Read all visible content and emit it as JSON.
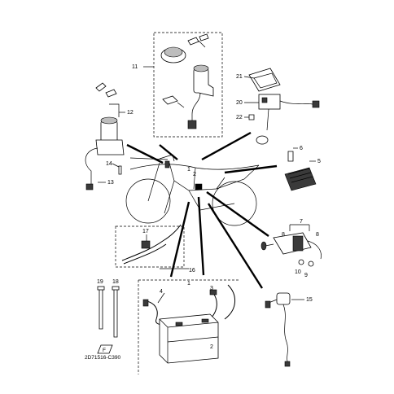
{
  "diagram_code": "2D71516-C390",
  "callouts": {
    "n1": "1",
    "n2": "2",
    "n3": "3",
    "n4": "4",
    "n5": "5",
    "n6": "6",
    "n7": "7",
    "n8": "8",
    "n9": "9",
    "n10": "10",
    "n11": "11",
    "n12": "12",
    "n13": "13",
    "n14": "14",
    "n15": "15",
    "n16": "16",
    "n17": "17",
    "n18": "18",
    "n19": "19",
    "n20": "20",
    "n21": "21",
    "n22": "22"
  },
  "markers": {
    "frame_A": "1",
    "frame_B": "2",
    "fuse_tag": "F"
  }
}
